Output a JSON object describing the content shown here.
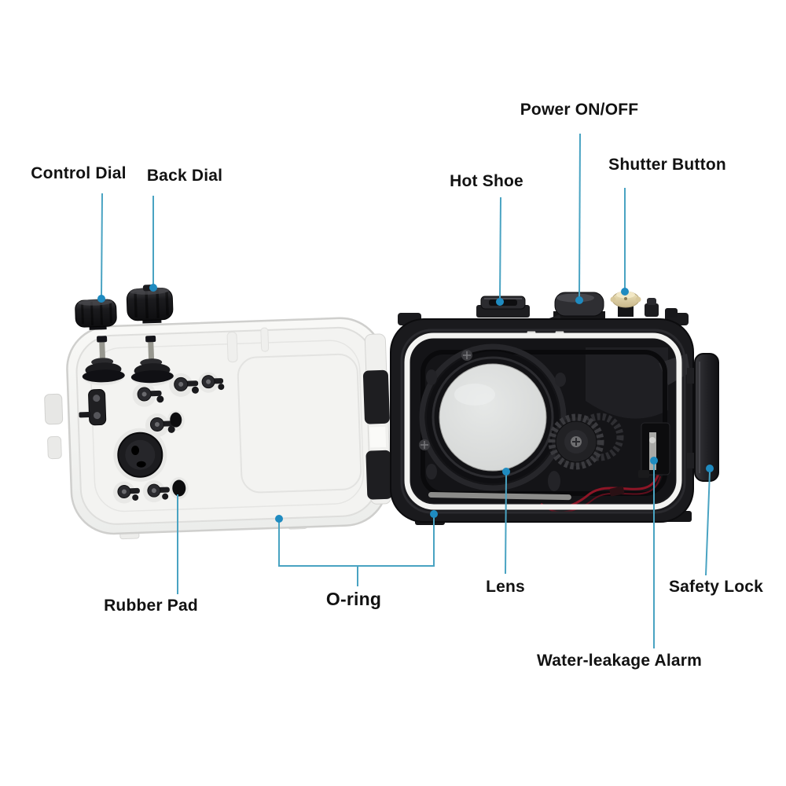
{
  "figure": {
    "type": "product-callout-diagram",
    "subject": "Underwater camera waterproof housing shown open: clear back cover (left) and black front case (right) with labeled parts",
    "background": "#ffffff"
  },
  "colors": {
    "leader_line": "#49a3c2",
    "leader_dot": "#1f8bc0",
    "label_text": "#121212",
    "housing_black": "#1a1a1d",
    "back_cover_white": "#f4f4f2",
    "o_ring_white": "#f3f3f1",
    "lens_glass_gray": "#d9dbda",
    "shutter_button_cream": "#e0d2a4",
    "wire_red": "#8e1526"
  },
  "labels": {
    "control_dial": "Control Dial",
    "back_dial": "Back Dial",
    "hot_shoe": "Hot Shoe",
    "power": "Power ON/OFF",
    "shutter": "Shutter Button",
    "rubber_pad": "Rubber Pad",
    "o_ring": "O-ring",
    "lens": "Lens",
    "safety_lock": "Safety Lock",
    "water_alarm": "Water-leakage Alarm"
  }
}
